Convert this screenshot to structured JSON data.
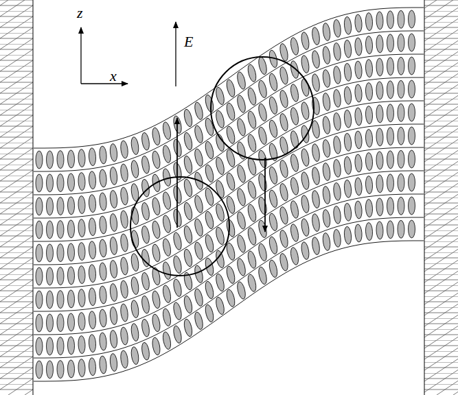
{
  "diagram": {
    "labels": [
      "z",
      "x",
      "E⃗"
    ]
  }
}
